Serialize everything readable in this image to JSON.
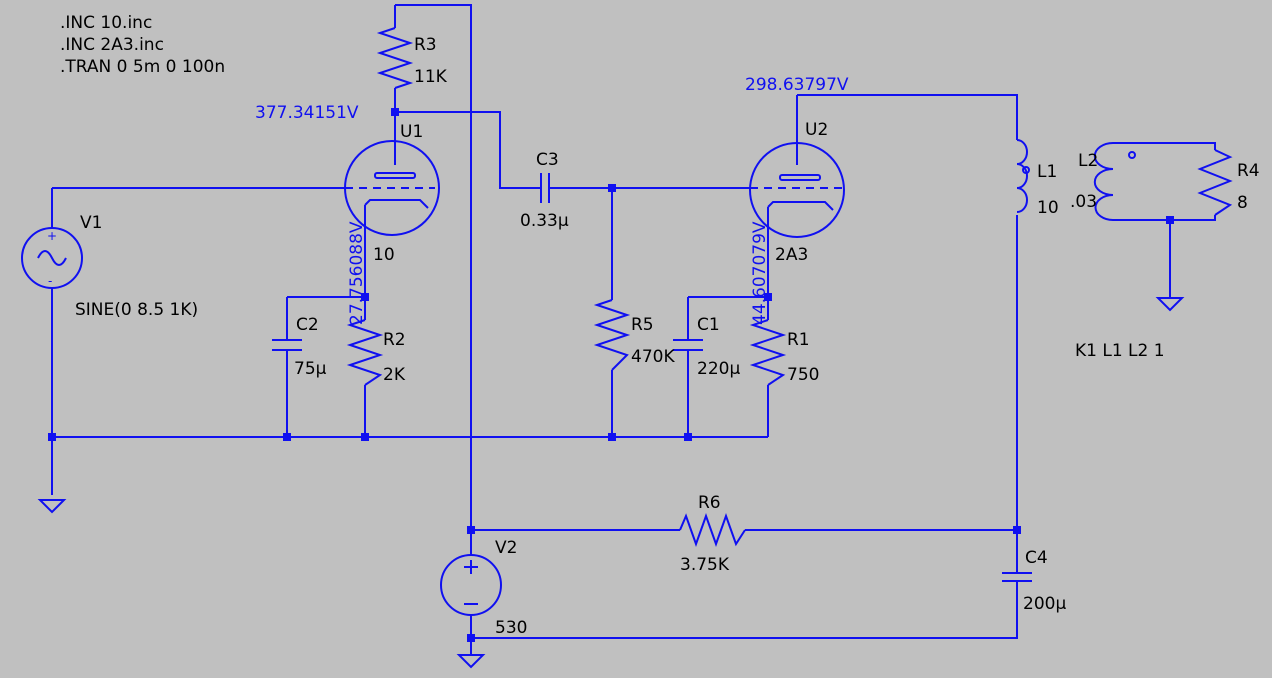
{
  "directives": [
    ".INC 10.inc",
    ".INC 2A3.inc",
    ".TRAN 0 5m 0 100n"
  ],
  "components": {
    "R3": {
      "name": "R3",
      "value": "11K"
    },
    "U1": {
      "name": "U1",
      "value": "10"
    },
    "V1": {
      "name": "V1",
      "value": "SINE(0 8.5 1K)"
    },
    "C2": {
      "name": "C2",
      "value": "75µ"
    },
    "R2": {
      "name": "R2",
      "value": "2K"
    },
    "C3": {
      "name": "C3",
      "value": "0.33µ"
    },
    "R5": {
      "name": "R5",
      "value": "470K"
    },
    "C1": {
      "name": "C1",
      "value": "220µ"
    },
    "U2": {
      "name": "U2",
      "value": "2A3"
    },
    "R1": {
      "name": "R1",
      "value": "750"
    },
    "L1": {
      "name": "L1",
      "value": "10"
    },
    "L2": {
      "name": "L2",
      "value": ".03"
    },
    "R4": {
      "name": "R4",
      "value": "8"
    },
    "R6": {
      "name": "R6",
      "value": "3.75K"
    },
    "V2": {
      "name": "V2",
      "value": "530"
    },
    "C4": {
      "name": "C4",
      "value": "200µ"
    }
  },
  "coupling": "K1 L1 L2 1",
  "node_voltages": {
    "u1_plate": "377.34151V",
    "u1_cathode": "27.756088V",
    "u2_plate": "298.63797V",
    "u2_cathode": "44.607079V"
  },
  "colors": {
    "wire": "#1010f0",
    "background": "#c0c0c0"
  }
}
